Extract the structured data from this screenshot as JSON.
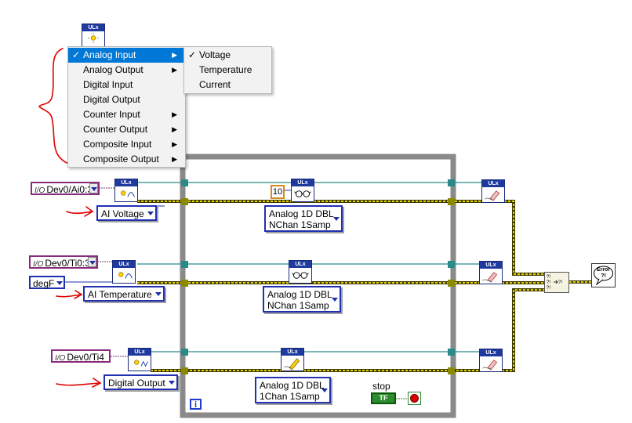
{
  "icon_header": "ULx",
  "analog_io_menu": {
    "check_mark": "✓",
    "items": [
      {
        "label": "Analog Input",
        "checked": true,
        "submenu": true
      },
      {
        "label": "Analog Output",
        "checked": false,
        "submenu": true
      },
      {
        "label": "Digital Input",
        "checked": false,
        "submenu": false
      },
      {
        "label": "Digital Output",
        "checked": false,
        "submenu": false
      },
      {
        "label": "Counter Input",
        "checked": false,
        "submenu": true
      },
      {
        "label": "Counter Output",
        "checked": false,
        "submenu": true
      },
      {
        "label": "Composite Input",
        "checked": false,
        "submenu": true
      },
      {
        "label": "Composite Output",
        "checked": false,
        "submenu": true
      }
    ]
  },
  "measurement_menu": {
    "items": [
      {
        "label": "Voltage",
        "checked": true
      },
      {
        "label": "Temperature",
        "checked": false
      },
      {
        "label": "Current",
        "checked": false
      }
    ]
  },
  "channel_controls": {
    "ch1": {
      "io_glyph": "I/O",
      "value": "Dev0/Ai0:3"
    },
    "ch2": {
      "io_glyph": "I/O",
      "value": "Dev0/Ti0:3"
    },
    "ch3": {
      "io_glyph": "I/O",
      "value": "Dev0/Ti4"
    }
  },
  "units_control": {
    "value": "degF"
  },
  "create_channel_selectors": {
    "row1": "AI Voltage",
    "row2": "AI Temperature",
    "row3": "Digital Output"
  },
  "read_write_selectors": {
    "row1": {
      "line1": "Analog 1D DBL",
      "line2": "NChan 1Samp"
    },
    "row2": {
      "line1": "Analog 1D DBL",
      "line2": "NChan 1Samp"
    },
    "row3": {
      "line1": "Analog 1D DBL",
      "line2": "1Chan 1Samp"
    }
  },
  "timeout_constant": "10",
  "stop_control": {
    "label": "stop",
    "value": "TF"
  },
  "loop_iteration_terminal": "i",
  "error_handler_label": "Error ?!",
  "wire_colors": {
    "task_wire": "#2a8a8a",
    "error_wire": "#c8b400",
    "loop_border": "#808080",
    "annotation": "#e00000"
  }
}
